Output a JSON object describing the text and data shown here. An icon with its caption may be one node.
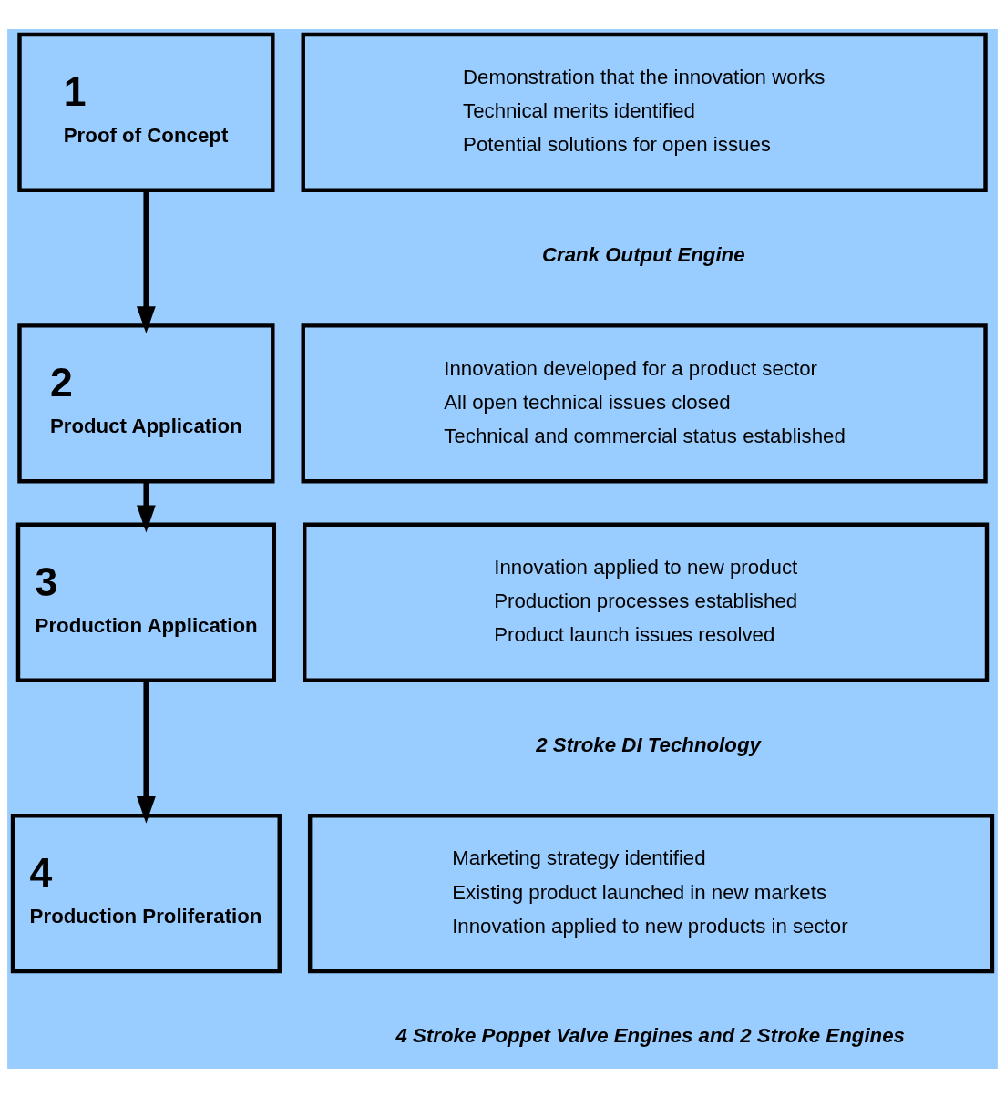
{
  "diagram": {
    "nodes": [
      {
        "text": [
          "1",
          "Proof of Concept"
        ]
      },
      {
        "text": [
          "Demonstration that the innovation works",
          "Technical merits identified",
          "Potential solutions for open issues"
        ]
      },
      {
        "text": [
          "2",
          "Product Application"
        ]
      },
      {
        "text": [
          "Innovation developed for a product sector",
          "All open technical issues closed",
          "Technical and commercial status established"
        ]
      },
      {
        "text": [
          "3",
          "Production Application"
        ]
      },
      {
        "text": [
          "Innovation applied to new product",
          "Production processes established",
          "Product launch issues resolved"
        ]
      },
      {
        "text": [
          "4",
          "Production Proliferation"
        ]
      },
      {
        "text": [
          "Marketing strategy identified",
          "Existing product launched in new markets",
          "Innovation applied to new products in sector"
        ]
      }
    ],
    "edges": [
      {
        "from": 0,
        "to": 2,
        "arrow": "to"
      },
      {
        "from": 2,
        "to": 4,
        "arrow": "to"
      },
      {
        "from": 4,
        "to": 6,
        "arrow": "to"
      }
    ],
    "labels": [
      "Crank Output Engine",
      "2 Stroke DI Technology",
      "4 Stroke Poppet Valve Engines and 2 Stroke Engines"
    ]
  }
}
